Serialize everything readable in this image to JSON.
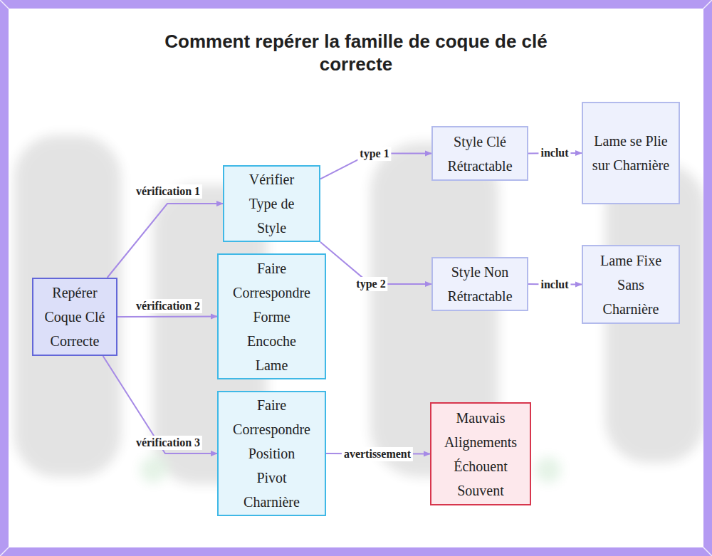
{
  "diagram": {
    "title": "Comment repérer la famille de coque de clé correcte",
    "nodes": [
      {
        "text": [
          "Repérer Coque Clé Correcte"
        ]
      },
      {
        "text": [
          "Vérifier Type de Style"
        ]
      },
      {
        "text": [
          "Faire Correspondre Forme Encoche Lame"
        ]
      },
      {
        "text": [
          "Faire Correspondre Position Pivot Charnière"
        ]
      },
      {
        "text": [
          "Style Clé Rétractable"
        ]
      },
      {
        "text": [
          "Lame se Plie sur Charnière"
        ]
      },
      {
        "text": [
          "Style Non Rétractable"
        ]
      },
      {
        "text": [
          "Lame Fixe Sans Charnière"
        ]
      },
      {
        "text": [
          "Mauvais Alignements Échouent Souvent"
        ]
      }
    ],
    "edges": [
      {
        "from": 0,
        "to": 1,
        "arrow": "to",
        "label": "vérification 1"
      },
      {
        "from": 0,
        "to": 2,
        "arrow": "to",
        "label": "vérification 2"
      },
      {
        "from": 0,
        "to": 3,
        "arrow": "to",
        "label": "vérification 3"
      },
      {
        "from": 1,
        "to": 4,
        "arrow": "to",
        "label": "type 1"
      },
      {
        "from": 1,
        "to": 6,
        "arrow": "to",
        "label": "type 2"
      },
      {
        "from": 4,
        "to": 5,
        "arrow": "to",
        "label": "inclut"
      },
      {
        "from": 6,
        "to": 7,
        "arrow": "to",
        "label": "inclut"
      },
      {
        "from": 3,
        "to": 8,
        "arrow": "to",
        "label": "avertissement"
      }
    ]
  }
}
